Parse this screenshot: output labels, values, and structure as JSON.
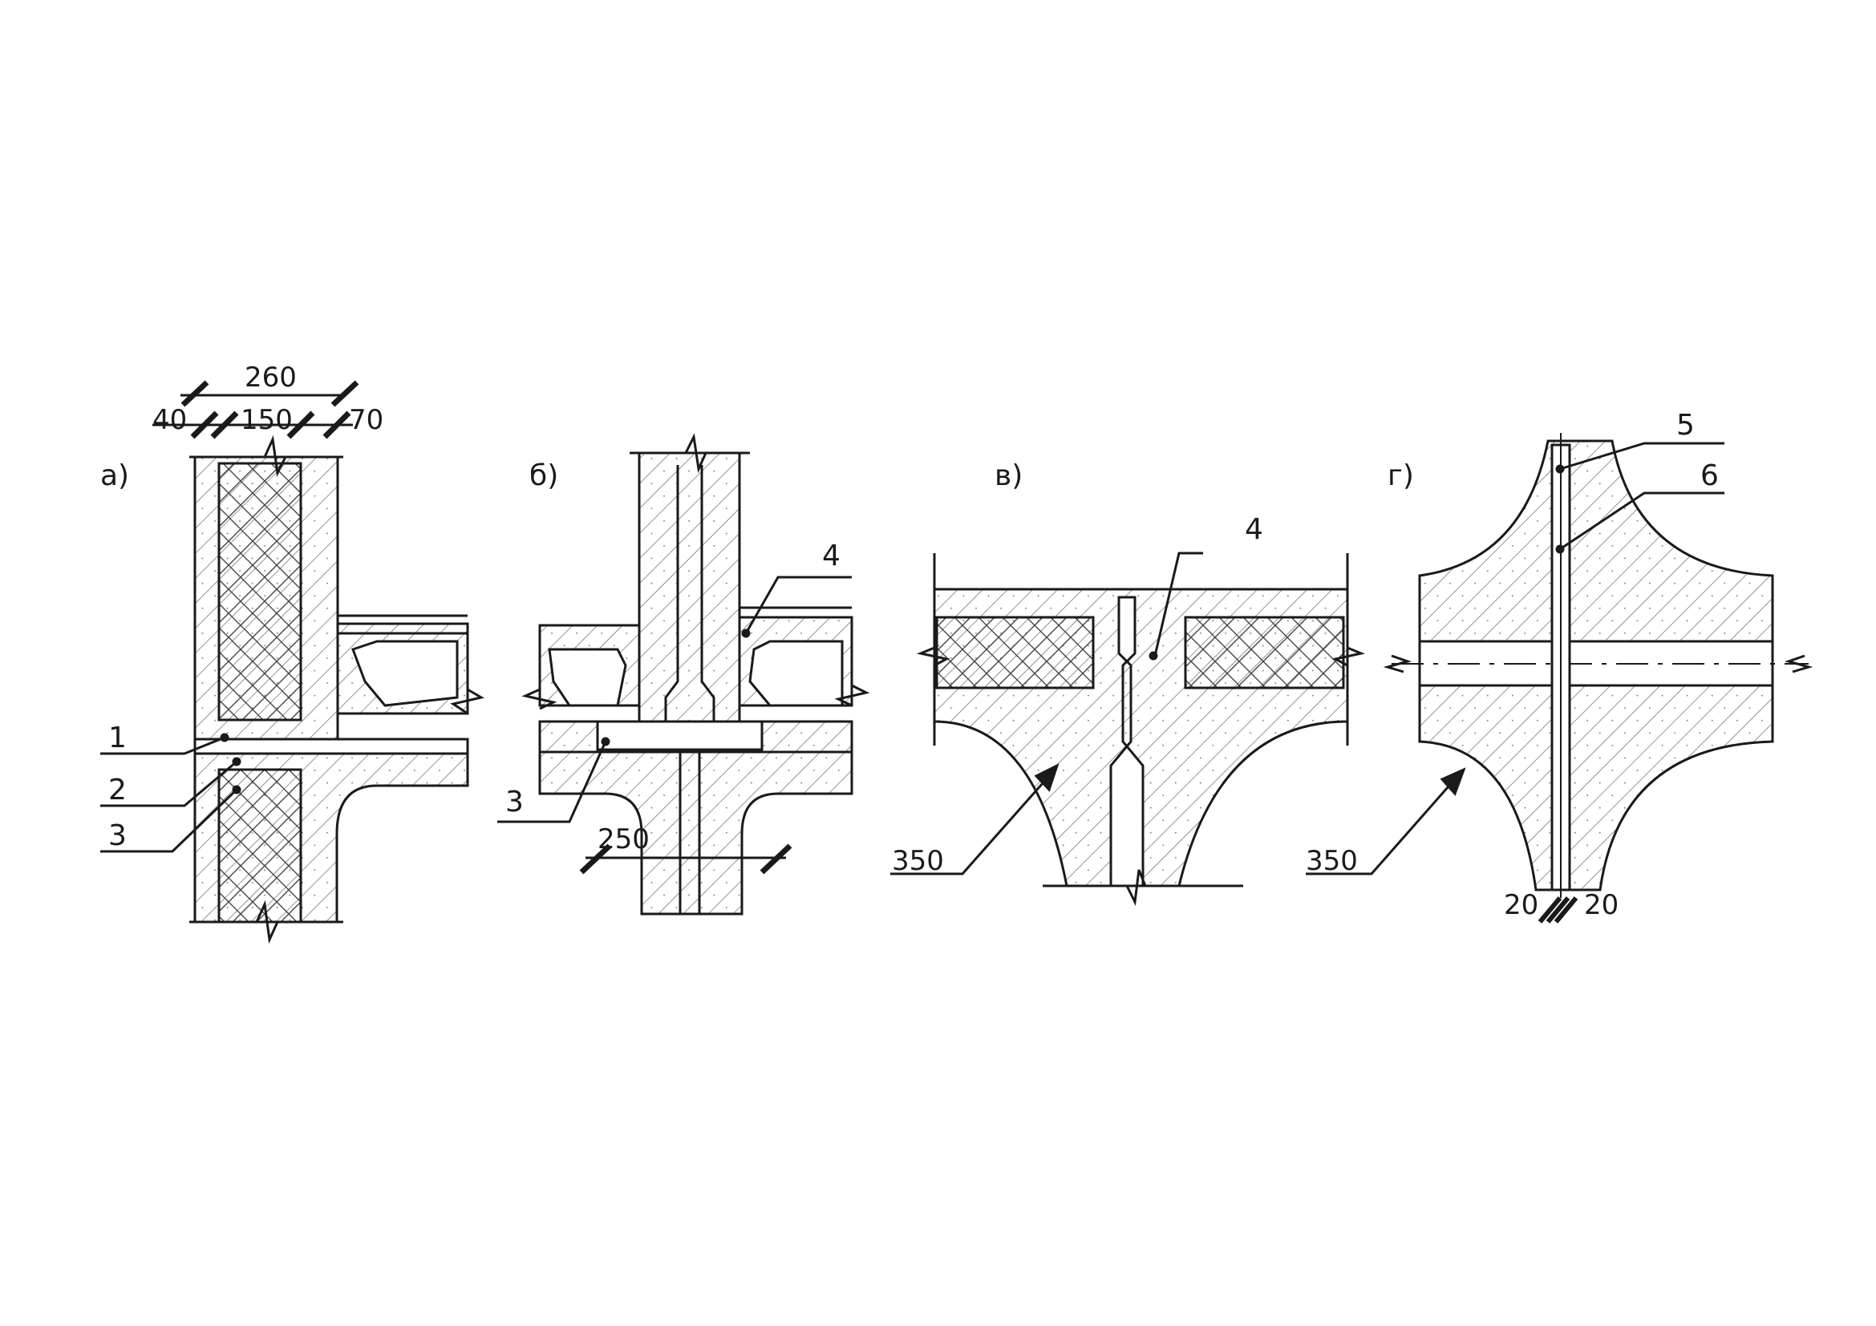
{
  "panels": [
    {
      "id": "a",
      "label": "а)",
      "dimensions": {
        "overall": "260",
        "left": "40",
        "middle": "150",
        "right": "70"
      },
      "callouts": [
        "1",
        "2",
        "3"
      ]
    },
    {
      "id": "b",
      "label": "б)",
      "dimensions": {
        "width": "250"
      },
      "callouts": [
        "4",
        "3"
      ]
    },
    {
      "id": "v",
      "label": "в)",
      "dimensions": {
        "radius": "350"
      },
      "callouts": [
        "4"
      ]
    },
    {
      "id": "g",
      "label": "г)",
      "dimensions": {
        "radius": "350",
        "left": "20",
        "right": "20"
      },
      "callouts": [
        "5",
        "6"
      ]
    }
  ],
  "colors": {
    "line": "#1a1a1a",
    "hatch": "#555555",
    "background": "#ffffff"
  }
}
